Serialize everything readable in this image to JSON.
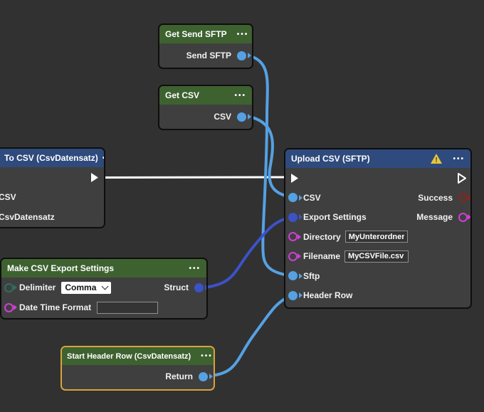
{
  "colors": {
    "canvas_bg": "#313131",
    "node_body": "#3f3f3f",
    "header_green": "#3e6130",
    "header_blue": "#2f4a7c",
    "selection_orange": "#d9a33c",
    "port_blue": "#55a1e3",
    "port_indigo": "#3c52c7",
    "port_magenta": "#cf3ed6",
    "port_red": "#8a241c",
    "port_teal": "#2f6e5e",
    "warning_yellow": "#e8c63a",
    "wire_white": "#ffffff",
    "wire_blue": "#55a1e3",
    "wire_indigo": "#3c52c7"
  },
  "icons": {
    "menu_dots": "•••",
    "warning_mark": "!"
  },
  "nodes": {
    "get_send_sftp": {
      "title": "Get Send SFTP",
      "output_label": "Send SFTP"
    },
    "get_csv": {
      "title": "Get CSV",
      "output_label": "CSV"
    },
    "to_csv": {
      "title": "To CSV (CsvDatensatz)",
      "inputs": [
        {
          "label": "CSV"
        },
        {
          "label": "CsvDatensatz"
        }
      ]
    },
    "upload_csv": {
      "title": "Upload CSV (SFTP)",
      "inputs": [
        {
          "label": "CSV"
        },
        {
          "label": "Export Settings"
        },
        {
          "label": "Directory",
          "value": "MyUnterordner"
        },
        {
          "label": "Filename",
          "value": "MyCSVFile.csv"
        },
        {
          "label": "Sftp"
        },
        {
          "label": "Header Row"
        }
      ],
      "outputs": [
        {
          "label": "Success"
        },
        {
          "label": "Message"
        }
      ]
    },
    "make_csv_export_settings": {
      "title": "Make CSV Export Settings",
      "rows": [
        {
          "label": "Delimiter",
          "value": "Comma"
        },
        {
          "label": "Date Time Format",
          "value": ""
        }
      ],
      "output_label": "Struct"
    },
    "start_header_row": {
      "title": "Start Header Row (CsvDatensatz)",
      "output_label": "Return"
    }
  }
}
